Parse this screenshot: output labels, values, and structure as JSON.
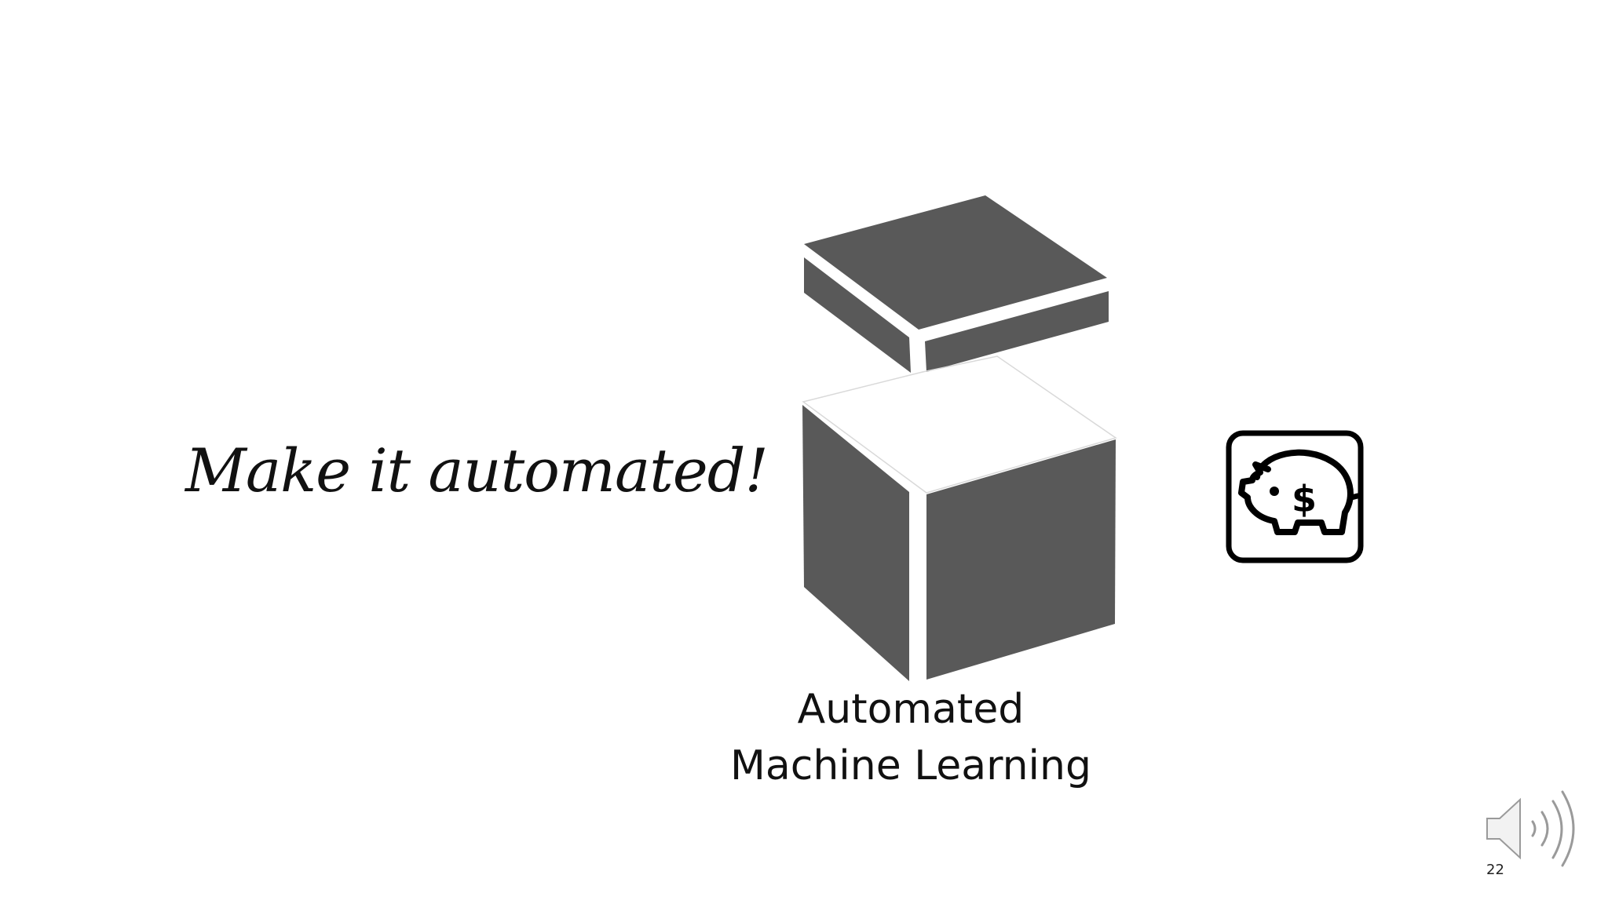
{
  "slide": {
    "headline": "Make it automated!",
    "caption_line1": "Automated",
    "caption_line2": "Machine Learning",
    "page_number": "22"
  },
  "graphics": {
    "box_icon": "open-box-icon",
    "piggy_icon": "piggy-bank-dollar-icon",
    "audio_icon": "speaker-icon"
  },
  "colors": {
    "box_fill": "#595959",
    "text": "#111111",
    "background": "#ffffff"
  }
}
